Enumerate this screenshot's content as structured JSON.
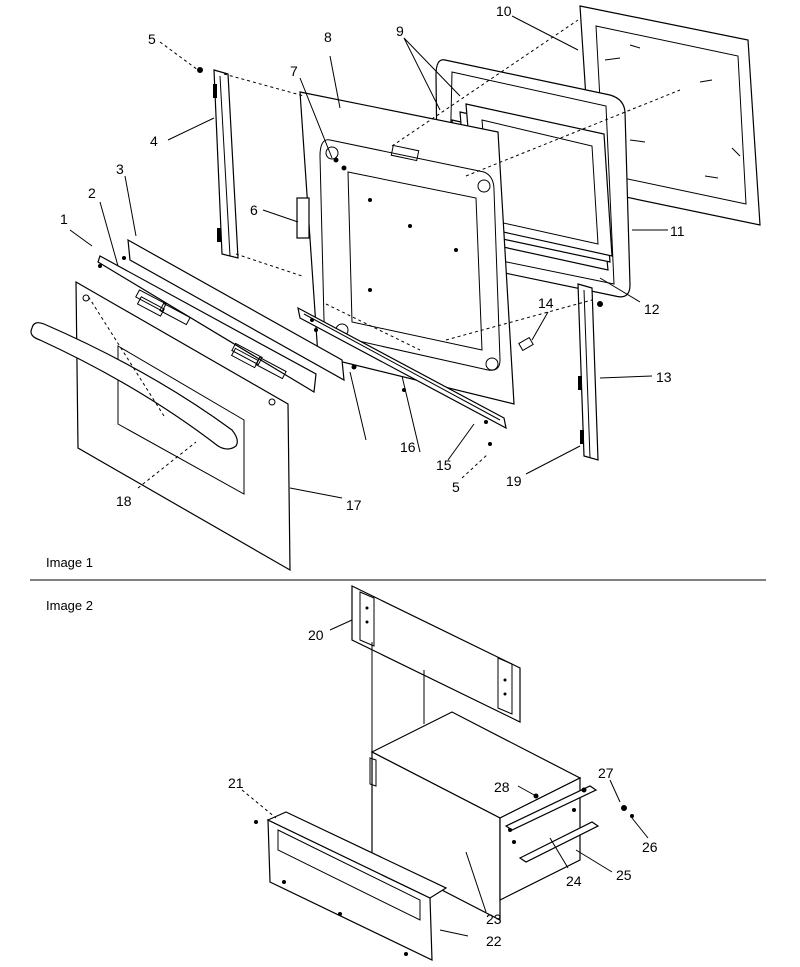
{
  "images": [
    {
      "caption": "Image 1"
    },
    {
      "caption": "Image 2"
    }
  ],
  "callouts": [
    "1",
    "2",
    "3",
    "4",
    "5",
    "6",
    "7",
    "8",
    "9",
    "10",
    "11",
    "12",
    "13",
    "14",
    "15",
    "5",
    "16",
    "17",
    "18",
    "19",
    "20",
    "21",
    "22",
    "23",
    "24",
    "25",
    "26",
    "27",
    "28"
  ]
}
